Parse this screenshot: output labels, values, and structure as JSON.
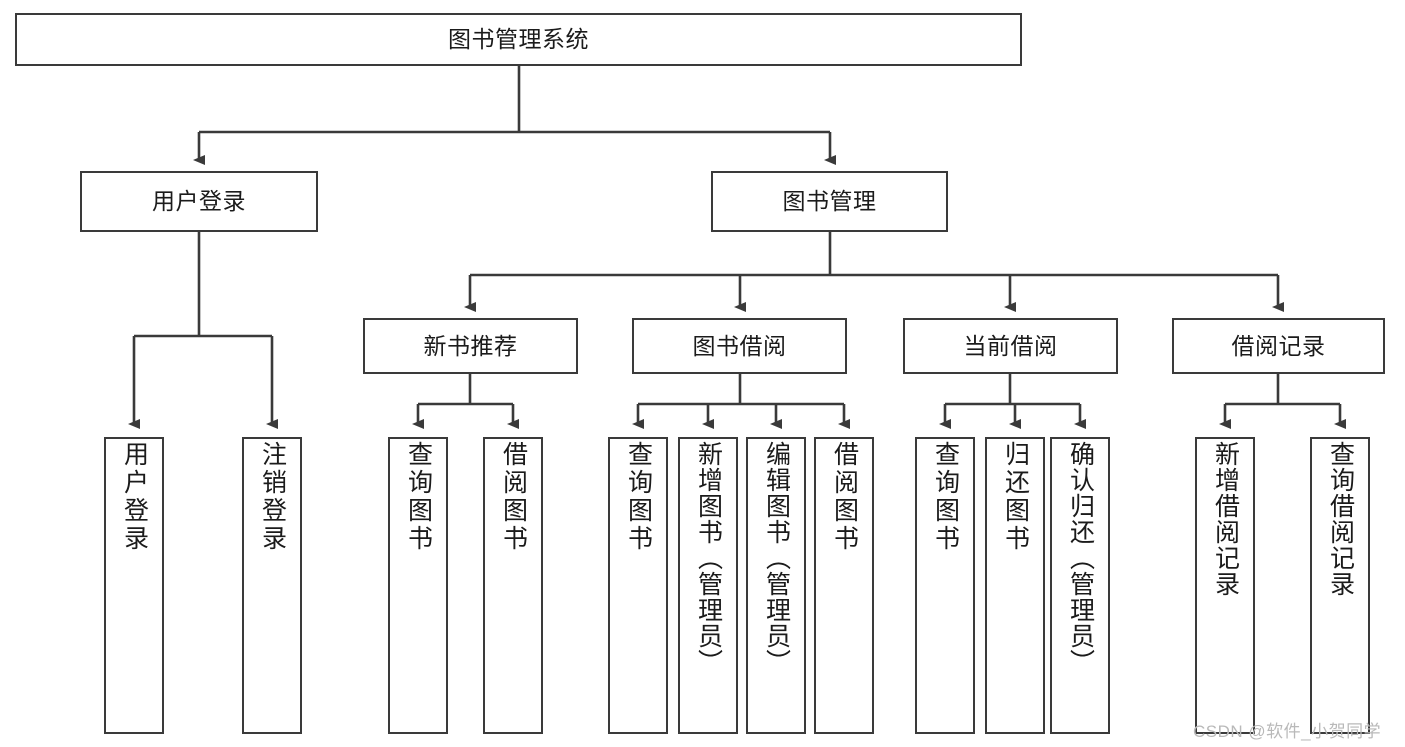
{
  "diagram": {
    "title": "图书管理系统",
    "type": "tree-hierarchy",
    "root": {
      "label": "图书管理系统"
    },
    "level2": [
      {
        "label": "用户登录"
      },
      {
        "label": "图书管理"
      }
    ],
    "level3": [
      {
        "label": "新书推荐"
      },
      {
        "label": "图书借阅"
      },
      {
        "label": "当前借阅"
      },
      {
        "label": "借阅记录"
      }
    ],
    "leaves": {
      "user_login": [
        {
          "label": "用户登录"
        },
        {
          "label": "注销登录"
        }
      ],
      "new_book_recommend": [
        {
          "label": "查询图书"
        },
        {
          "label": "借阅图书"
        }
      ],
      "book_borrow": [
        {
          "label": "查询图书"
        },
        {
          "label": "新增图书（管理员）"
        },
        {
          "label": "编辑图书（管理员）"
        },
        {
          "label": "借阅图书"
        }
      ],
      "current_borrow": [
        {
          "label": "查询图书"
        },
        {
          "label": "归还图书"
        },
        {
          "label": "确认归还（管理员）"
        }
      ],
      "borrow_records": [
        {
          "label": "新增借阅记录"
        },
        {
          "label": "查询借阅记录"
        }
      ]
    }
  },
  "watermark": {
    "text": "CSDN @软件_小贺同学"
  },
  "colors": {
    "border": "#3a3a3a",
    "text": "#1b1b1b",
    "background": "#ffffff",
    "watermark": "#b9b9b9"
  }
}
